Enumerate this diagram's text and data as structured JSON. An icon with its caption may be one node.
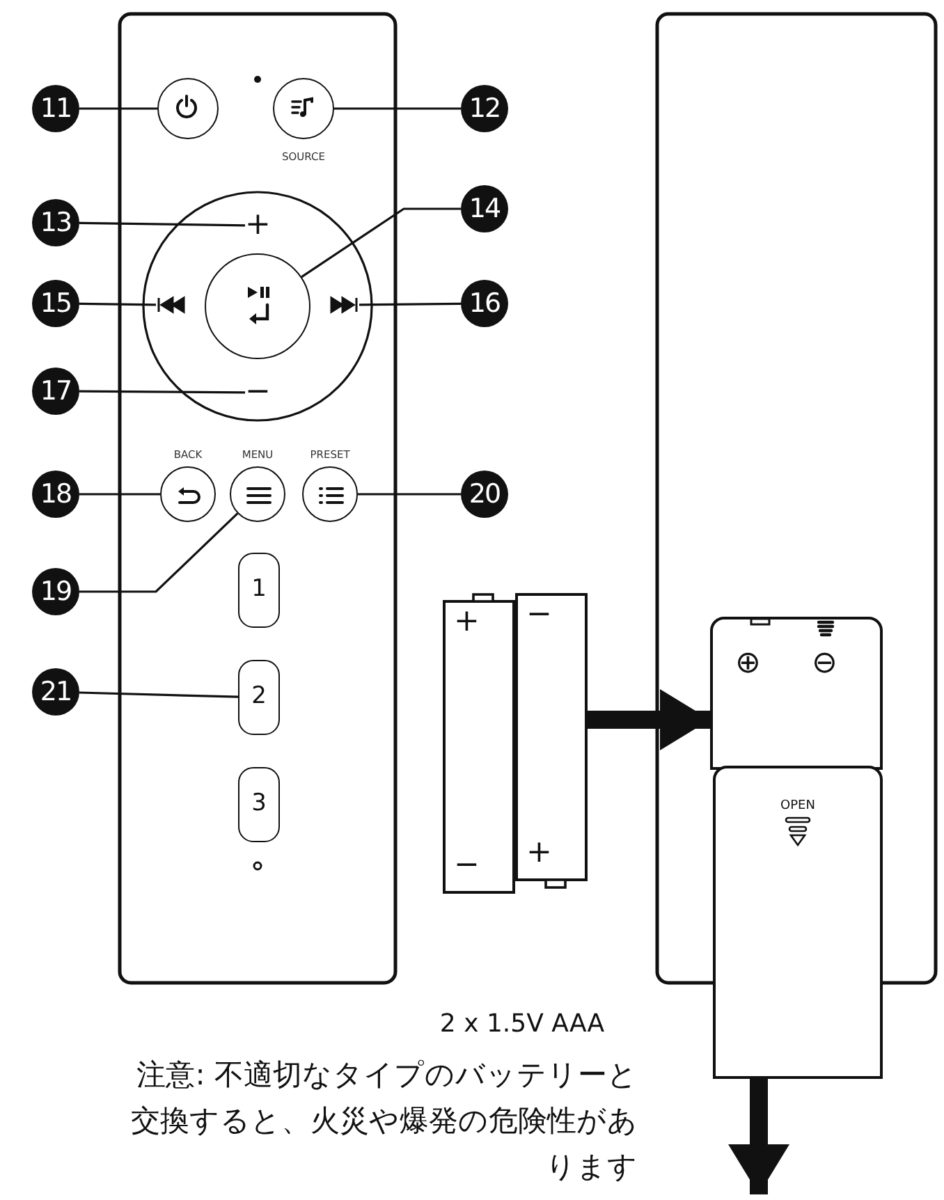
{
  "diagram": {
    "nodes": [
      {
        "text": [
          "11"
        ]
      },
      {
        "text": [
          "12"
        ]
      },
      {
        "text": [
          "13"
        ]
      },
      {
        "text": [
          "14"
        ]
      },
      {
        "text": [
          "15"
        ]
      },
      {
        "text": [
          "16"
        ]
      },
      {
        "text": [
          "17"
        ]
      },
      {
        "text": [
          "18"
        ]
      },
      {
        "text": [
          "19"
        ]
      },
      {
        "text": [
          "20"
        ]
      },
      {
        "text": [
          "21"
        ]
      },
      {
        "text": [],
        "shape": "circle"
      },
      {
        "text": [],
        "shape": "circle",
        "beside": [
          "SOURCE"
        ]
      },
      {
        "text": [
          "+"
        ]
      },
      {
        "text": [],
        "shape": "circle"
      },
      {
        "text": [],
        "shape": "icon"
      },
      {
        "text": [],
        "shape": "icon"
      },
      {
        "text": [
          "−"
        ]
      },
      {
        "text": [],
        "shape": "circle",
        "beside": [
          "BACK"
        ]
      },
      {
        "text": [],
        "shape": "circle",
        "beside": [
          "MENU"
        ]
      },
      {
        "text": [],
        "shape": "circle",
        "beside": [
          "PRESET"
        ]
      },
      {
        "text": [
          "1"
        ]
      },
      {
        "text": [
          "2"
        ]
      },
      {
        "text": [
          "3"
        ]
      },
      {
        "text": [
          "+",
          "−"
        ]
      },
      {
        "text": [
          "−",
          "+"
        ]
      },
      {
        "text": [
          "⊕",
          "⊖"
        ]
      },
      {
        "text": [
          "OPEN"
        ]
      }
    ],
    "edges": [
      {
        "from": 0,
        "to": 11,
        "arrow": "none"
      },
      {
        "from": 1,
        "to": 12,
        "arrow": "none"
      },
      {
        "from": 2,
        "to": 13,
        "arrow": "none"
      },
      {
        "from": 3,
        "to": 14,
        "arrow": "none"
      },
      {
        "from": 4,
        "to": 15,
        "arrow": "none"
      },
      {
        "from": 5,
        "to": 16,
        "arrow": "none"
      },
      {
        "from": 6,
        "to": 17,
        "arrow": "none"
      },
      {
        "from": 7,
        "to": 18,
        "arrow": "none"
      },
      {
        "from": 8,
        "to": 19,
        "arrow": "none"
      },
      {
        "from": 9,
        "to": 20,
        "arrow": "none"
      },
      {
        "from": 10,
        "to": 22,
        "arrow": "none"
      },
      {
        "from": 25,
        "to": 26,
        "arrow": "to",
        "style": "thick"
      },
      {
        "from": 27,
        "to": null,
        "arrow": "to",
        "style": "thick"
      }
    ],
    "labels": [
      "2 x 1.5V AAA",
      "注意: 不適切なタイプのバッテリーと交換すると、火災や爆発の危険性があります"
    ]
  }
}
